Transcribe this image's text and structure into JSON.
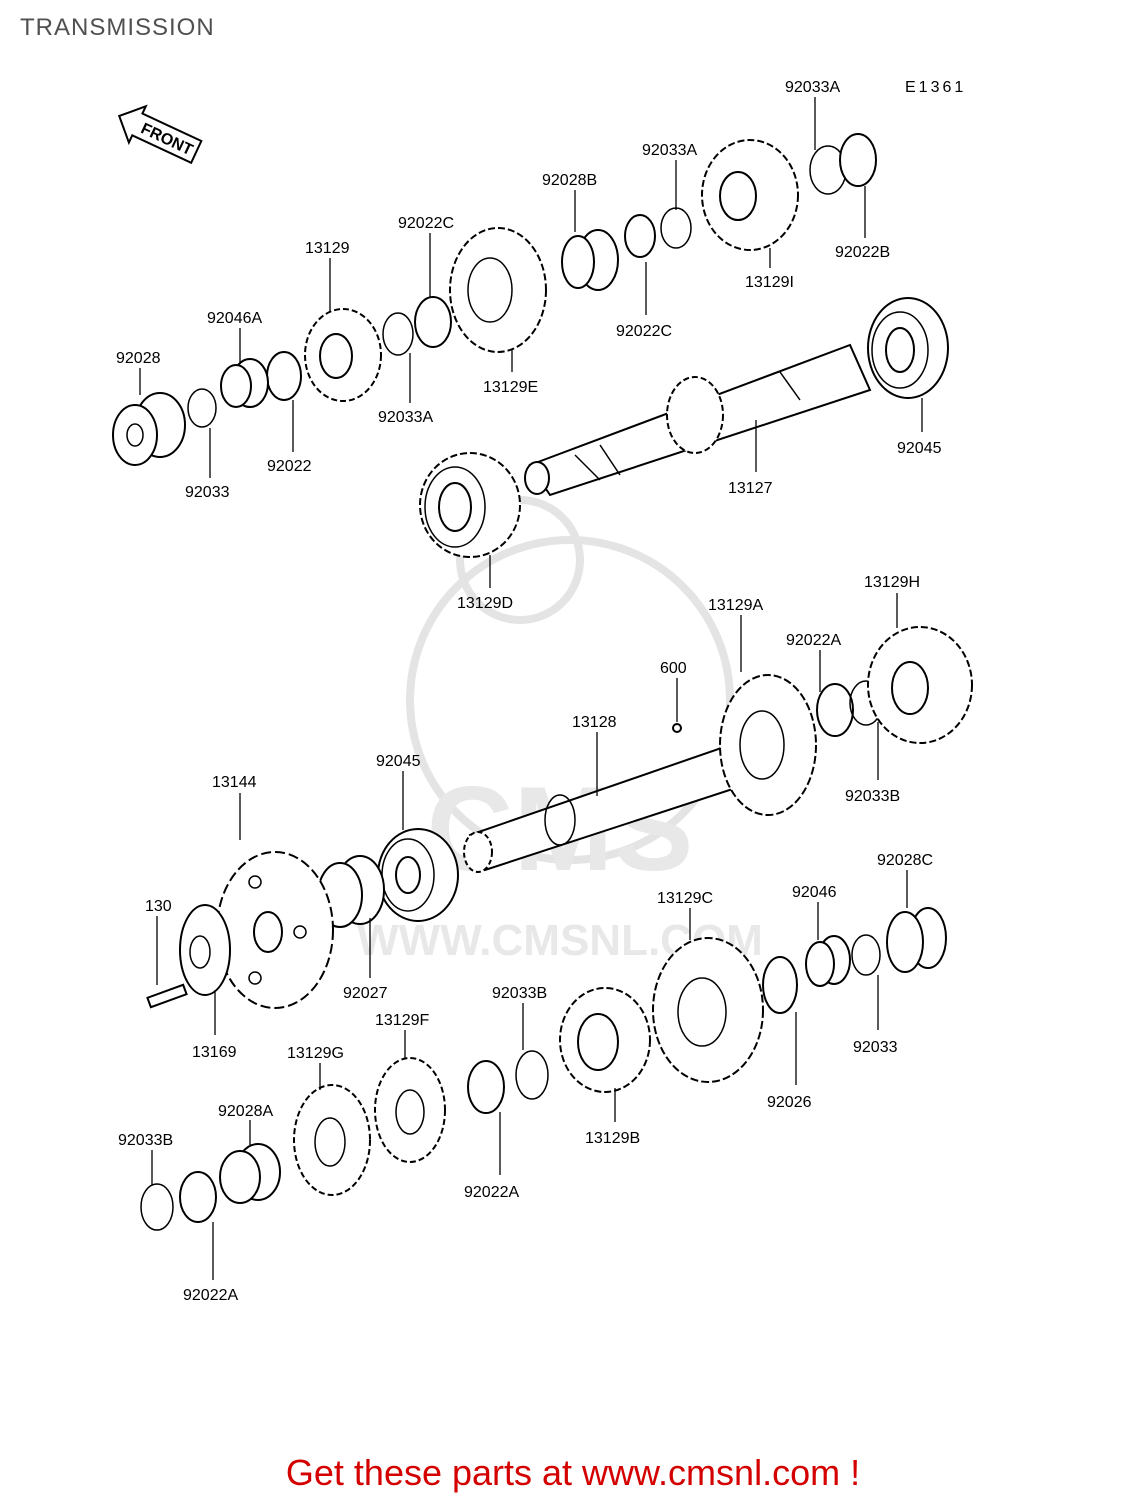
{
  "title": "TRANSMISSION",
  "figure_code": "E1361",
  "front_arrow_label": "FRONT",
  "watermark": {
    "brand": "CMS",
    "url": "WWW.CMSNL.COM"
  },
  "footer": "Get these parts at www.cmsnl.com !",
  "labels": {
    "l_92033A_top": "92033A",
    "l_92033A_mid": "92033A",
    "l_92022B": "92022B",
    "l_13129I": "13129I",
    "l_92028B": "92028B",
    "l_92022C_right": "92022C",
    "l_92022C_left": "92022C",
    "l_13129": "13129",
    "l_92046A": "92046A",
    "l_92028": "92028",
    "l_92033": "92033",
    "l_92022": "92022",
    "l_92033A_low": "92033A",
    "l_13129E": "13129E",
    "l_92045_top": "92045",
    "l_13127": "13127",
    "l_13129D": "13129D",
    "l_13129H": "13129H",
    "l_13129A": "13129A",
    "l_92022A_top": "92022A",
    "l_600": "600",
    "l_13128": "13128",
    "l_92033B_right": "92033B",
    "l_13144": "13144",
    "l_92045_mid": "92045",
    "l_92028C": "92028C",
    "l_92046": "92046",
    "l_13129C": "13129C",
    "l_130": "130",
    "l_92027": "92027",
    "l_13169": "13169",
    "l_92033B_mid": "92033B",
    "l_13129F": "13129F",
    "l_13129G": "13129G",
    "l_92028A": "92028A",
    "l_13129B": "13129B",
    "l_92026": "92026",
    "l_92033_right": "92033",
    "l_92022A_mid": "92022A",
    "l_92033B_left": "92033B",
    "l_92022A_bottom": "92022A"
  }
}
